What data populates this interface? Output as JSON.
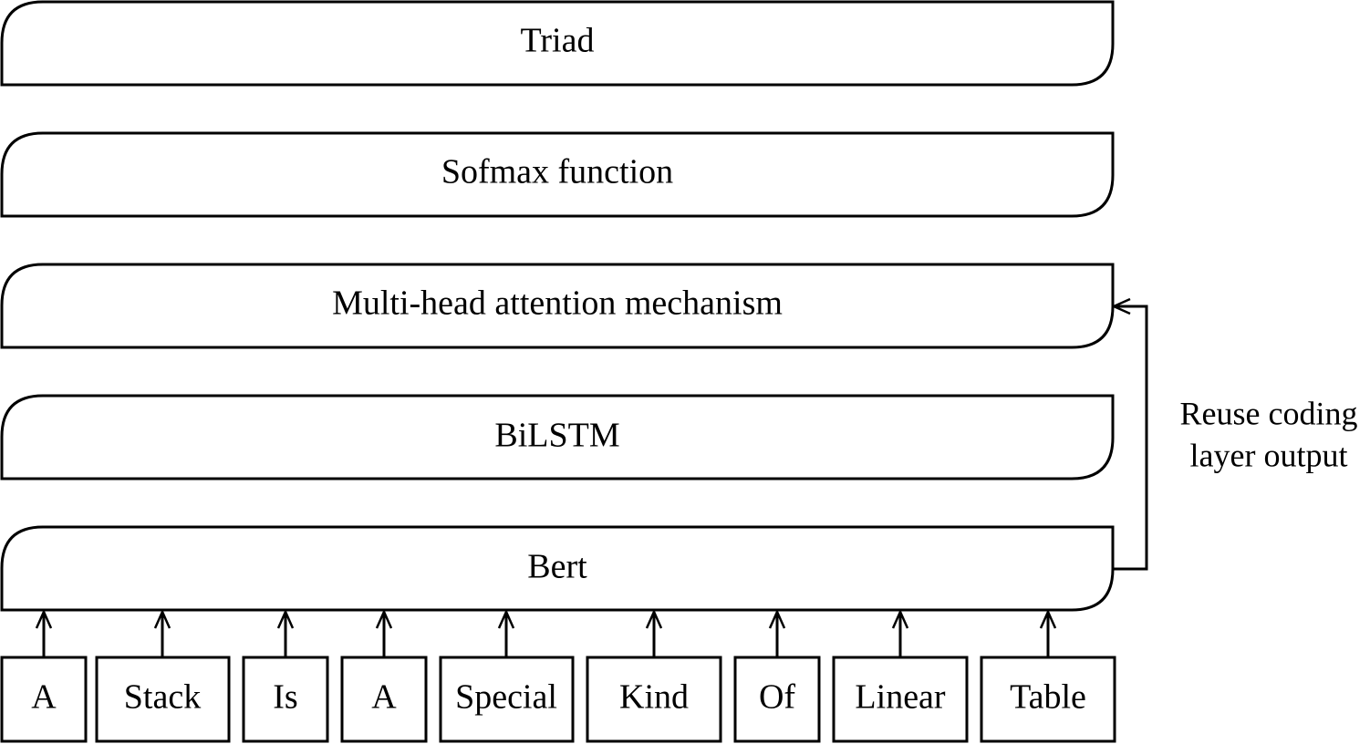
{
  "layers": [
    {
      "label": "Triad"
    },
    {
      "label": "Sofmax function"
    },
    {
      "label": "Multi-head attention mechanism"
    },
    {
      "label": "BiLSTM"
    },
    {
      "label": "Bert"
    }
  ],
  "tokens": [
    {
      "label": "A"
    },
    {
      "label": "Stack"
    },
    {
      "label": "Is"
    },
    {
      "label": "A"
    },
    {
      "label": "Special"
    },
    {
      "label": "Kind"
    },
    {
      "label": "Of"
    },
    {
      "label": "Linear"
    },
    {
      "label": "Table"
    }
  ],
  "side_note": {
    "line1": "Reuse coding",
    "line2": "layer output"
  },
  "colors": {
    "stroke": "#000000",
    "background": "#ffffff"
  }
}
